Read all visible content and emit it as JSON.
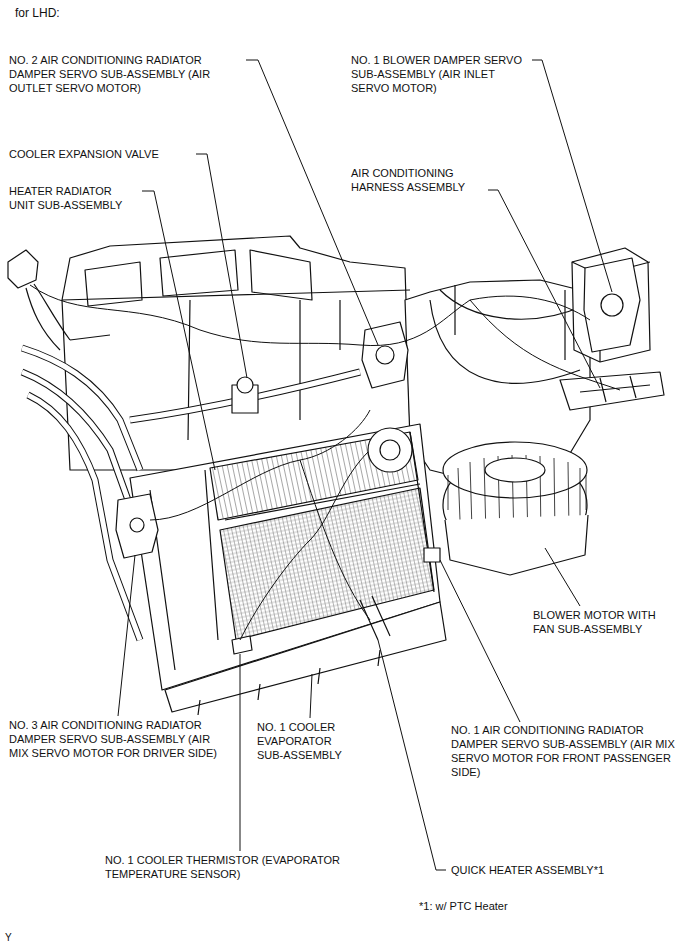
{
  "diagram": {
    "labels": [
      "for LHD:",
      "NO. 2 AIR CONDITIONING RADIATOR DAMPER SERVO SUB-ASSEMBLY (AIR OUTLET SERVO MOTOR)",
      "NO. 1 BLOWER DAMPER SERVO SUB-ASSEMBLY (AIR INLET SERVO MOTOR)",
      "COOLER EXPANSION VALVE",
      "HEATER RADIATOR UNIT SUB-ASSEMBLY",
      "AIR CONDITIONING HARNESS ASSEMBLY",
      "BLOWER MOTOR WITH FAN SUB-ASSEMBLY",
      "NO. 3 AIR CONDITIONING RADIATOR DAMPER SERVO SUB-ASSEMBLY (AIR MIX SERVO MOTOR FOR DRIVER SIDE)",
      "NO. 1 COOLER EVAPORATOR SUB-ASSEMBLY",
      "NO. 1 AIR CONDITIONING RADIATOR DAMPER SERVO SUB-ASSEMBLY (AIR MIX SERVO MOTOR FOR FRONT PASSENGER SIDE)",
      "NO. 1 COOLER THERMISTOR (EVAPORATOR TEMPERATURE SENSOR)",
      "QUICK HEATER ASSEMBLY*1",
      "*1: w/ PTC Heater",
      "Y"
    ]
  }
}
